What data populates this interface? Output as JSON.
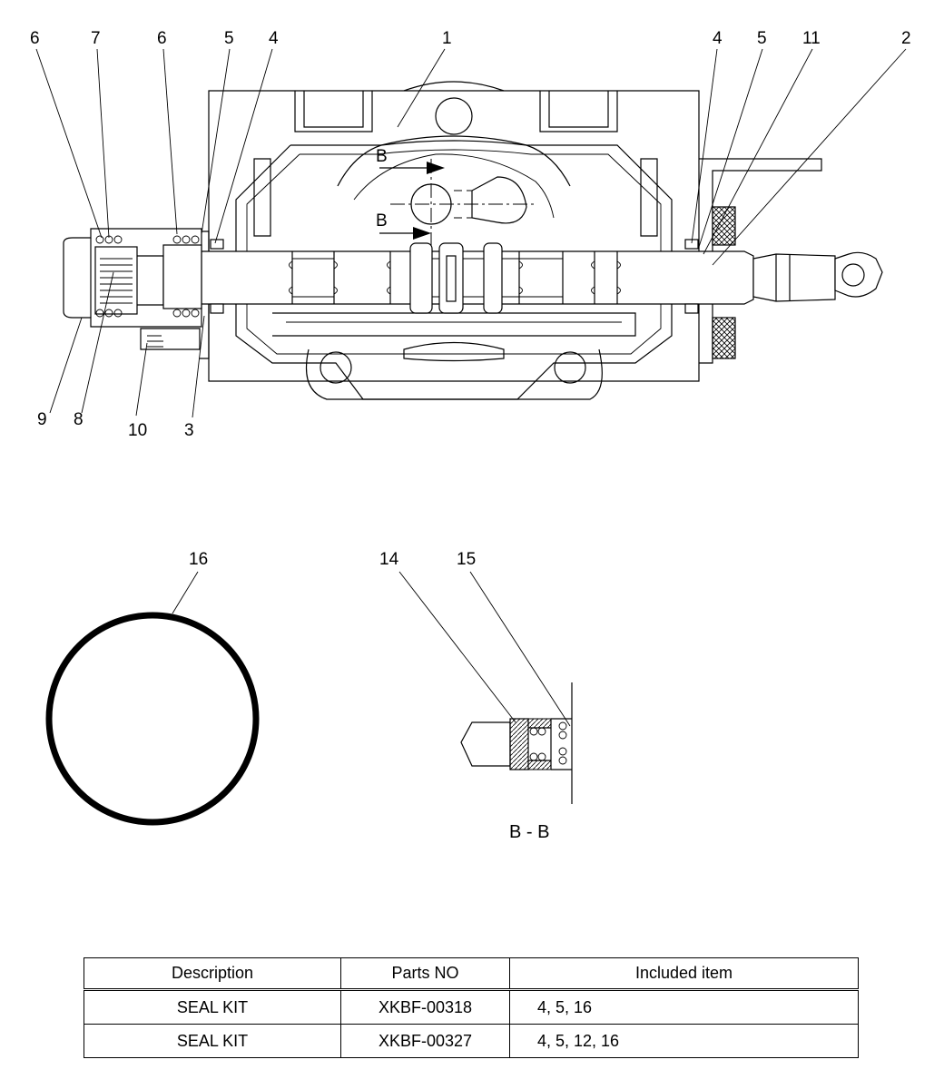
{
  "callouts": {
    "c6a": "6",
    "c7": "7",
    "c6b": "6",
    "c5a": "5",
    "c4a": "4",
    "c1": "1",
    "c4b": "4",
    "c5b": "5",
    "c11": "11",
    "c2": "2",
    "c9": "9",
    "c8": "8",
    "c10": "10",
    "c3": "3",
    "c16": "16",
    "c14": "14",
    "c15": "15"
  },
  "section": {
    "mark_upper": "B",
    "mark_lower": "B",
    "caption": "B - B"
  },
  "table": {
    "headers": {
      "description": "Description",
      "parts_no": "Parts NO",
      "included": "Included item"
    },
    "rows": [
      {
        "description": "SEAL KIT",
        "parts_no": "XKBF-00318",
        "included": "4, 5, 16"
      },
      {
        "description": "SEAL KIT",
        "parts_no": "XKBF-00327",
        "included": "4, 5, 12, 16"
      }
    ]
  }
}
